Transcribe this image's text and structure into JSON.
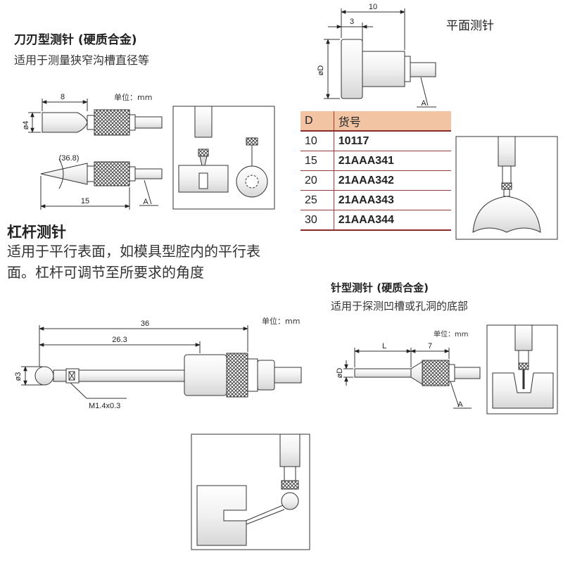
{
  "knife_probe": {
    "title": "刀刃型测针 (硬质合金)",
    "description": "适用于测量狭窄沟槽直径等",
    "unit_label": "单位：mm",
    "dim_length": "8",
    "dim_diameter": "ø4",
    "dim_angle": "(36.8)",
    "dim_total": "15",
    "datum_label": "A"
  },
  "flat_probe": {
    "title": "平面测针",
    "dim_length": "10",
    "dim_shoulder": "3",
    "dim_diameter": "øD",
    "datum_label": "A",
    "table": {
      "headers": [
        "D",
        "货号"
      ],
      "rows": [
        [
          "10",
          "10117"
        ],
        [
          "15",
          "21AAA341"
        ],
        [
          "20",
          "21AAA342"
        ],
        [
          "25",
          "21AAA343"
        ],
        [
          "30",
          "21AAA344"
        ]
      ]
    }
  },
  "lever_probe": {
    "title": "杠杆测针",
    "description_line1": "适用于平行表面，如模具型腔内的平行表",
    "description_line2": "面。杠杆可调节至所要求的角度",
    "unit_label": "单位：mm",
    "dim_total": "36",
    "dim_inner": "26.3",
    "dim_ball": "ø3",
    "thread_label": "M1.4x0.3"
  },
  "needle_probe": {
    "title": "针型测针 (硬质合金)",
    "description": "适用于探测凹槽或孔洞的底部",
    "unit_label": "单位：mm",
    "dim_length": "L",
    "dim_shoulder": "7",
    "dim_diameter": "øD",
    "datum_label": "A"
  }
}
